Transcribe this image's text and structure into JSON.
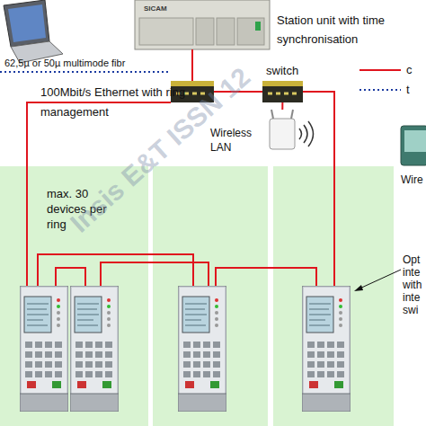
{
  "diagram": {
    "nodes": [
      {
        "text": [
          "SICAM",
          "Station unit with time synchronisation"
        ]
      },
      {
        "text": [
          "switch"
        ]
      },
      {
        "text": [
          "Wireless LAN"
        ]
      },
      {
        "text": [
          "max. 30 devices per ring"
        ]
      }
    ],
    "edges": [
      {
        "from": 1,
        "to": 2,
        "arrow": "none"
      }
    ],
    "labels": [
      "62,5µ or 50µ multimode fibr",
      "100Mbit/s Ethernet with ring management",
      "Wire",
      "Opt inte with inte swi",
      "Insis E&T ISSN 12"
    ],
    "legend": [
      {
        "text": "c"
      },
      {
        "text": "t"
      }
    ]
  }
}
